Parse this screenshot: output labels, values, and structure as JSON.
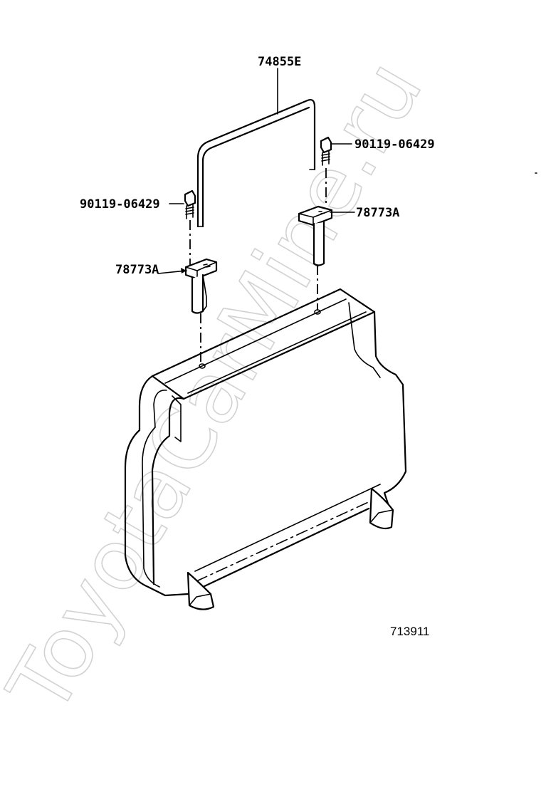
{
  "watermark": "ToyotaCarMine.ru",
  "labels": {
    "rod": "74855E",
    "bolt_right": "90119-06429",
    "bolt_left": "90119-06429",
    "clip_right": "78773A",
    "clip_left": "78773A"
  },
  "figure_number": "713911",
  "colors": {
    "line": "#000000",
    "background": "#ffffff",
    "watermark": "#d2d2d2"
  }
}
